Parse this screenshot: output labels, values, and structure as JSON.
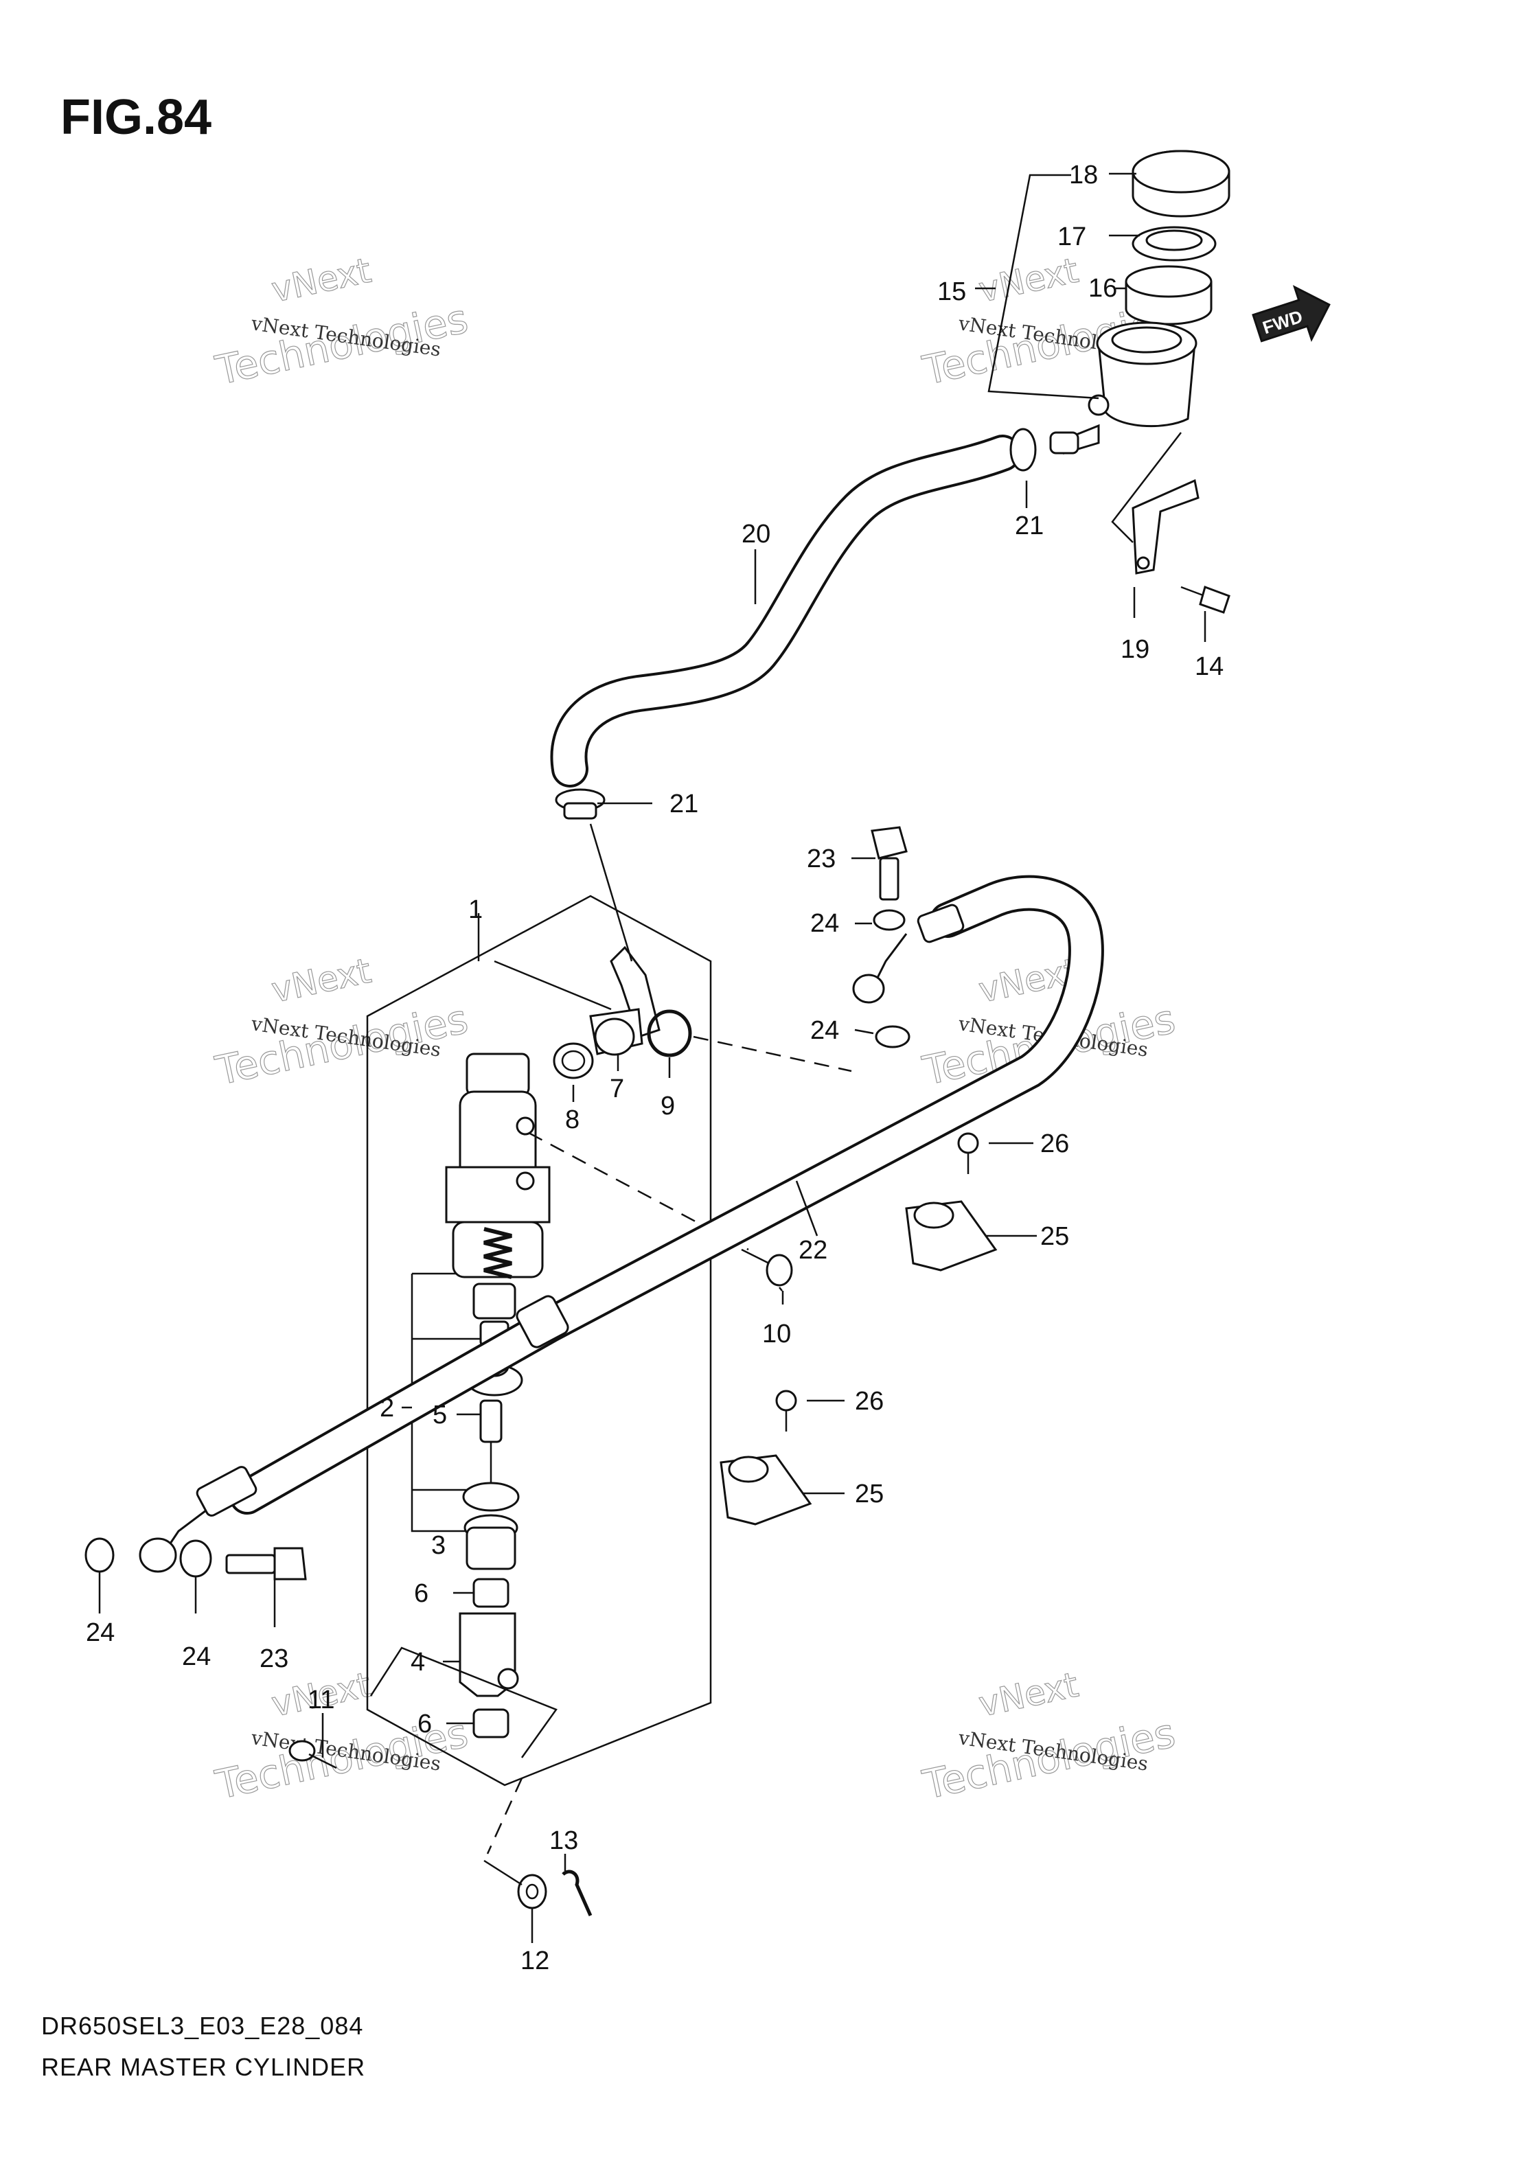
{
  "figure": {
    "title": "FIG.84",
    "code": "DR650SEL3_E03_E28_084",
    "name": "REAR MASTER CYLINDER"
  },
  "fwd_label": "FWD",
  "callouts": [
    "1",
    "2",
    "3",
    "4",
    "5",
    "6",
    "6",
    "7",
    "8",
    "9",
    "10",
    "11",
    "12",
    "13",
    "14",
    "15",
    "16",
    "17",
    "18",
    "19",
    "20",
    "21",
    "21",
    "22",
    "23",
    "23",
    "24",
    "24",
    "24",
    "24",
    "25",
    "25",
    "26",
    "26"
  ],
  "watermark": {
    "small": "vNext Technologies",
    "big_1": "vNext",
    "big_2": "Technologies"
  }
}
